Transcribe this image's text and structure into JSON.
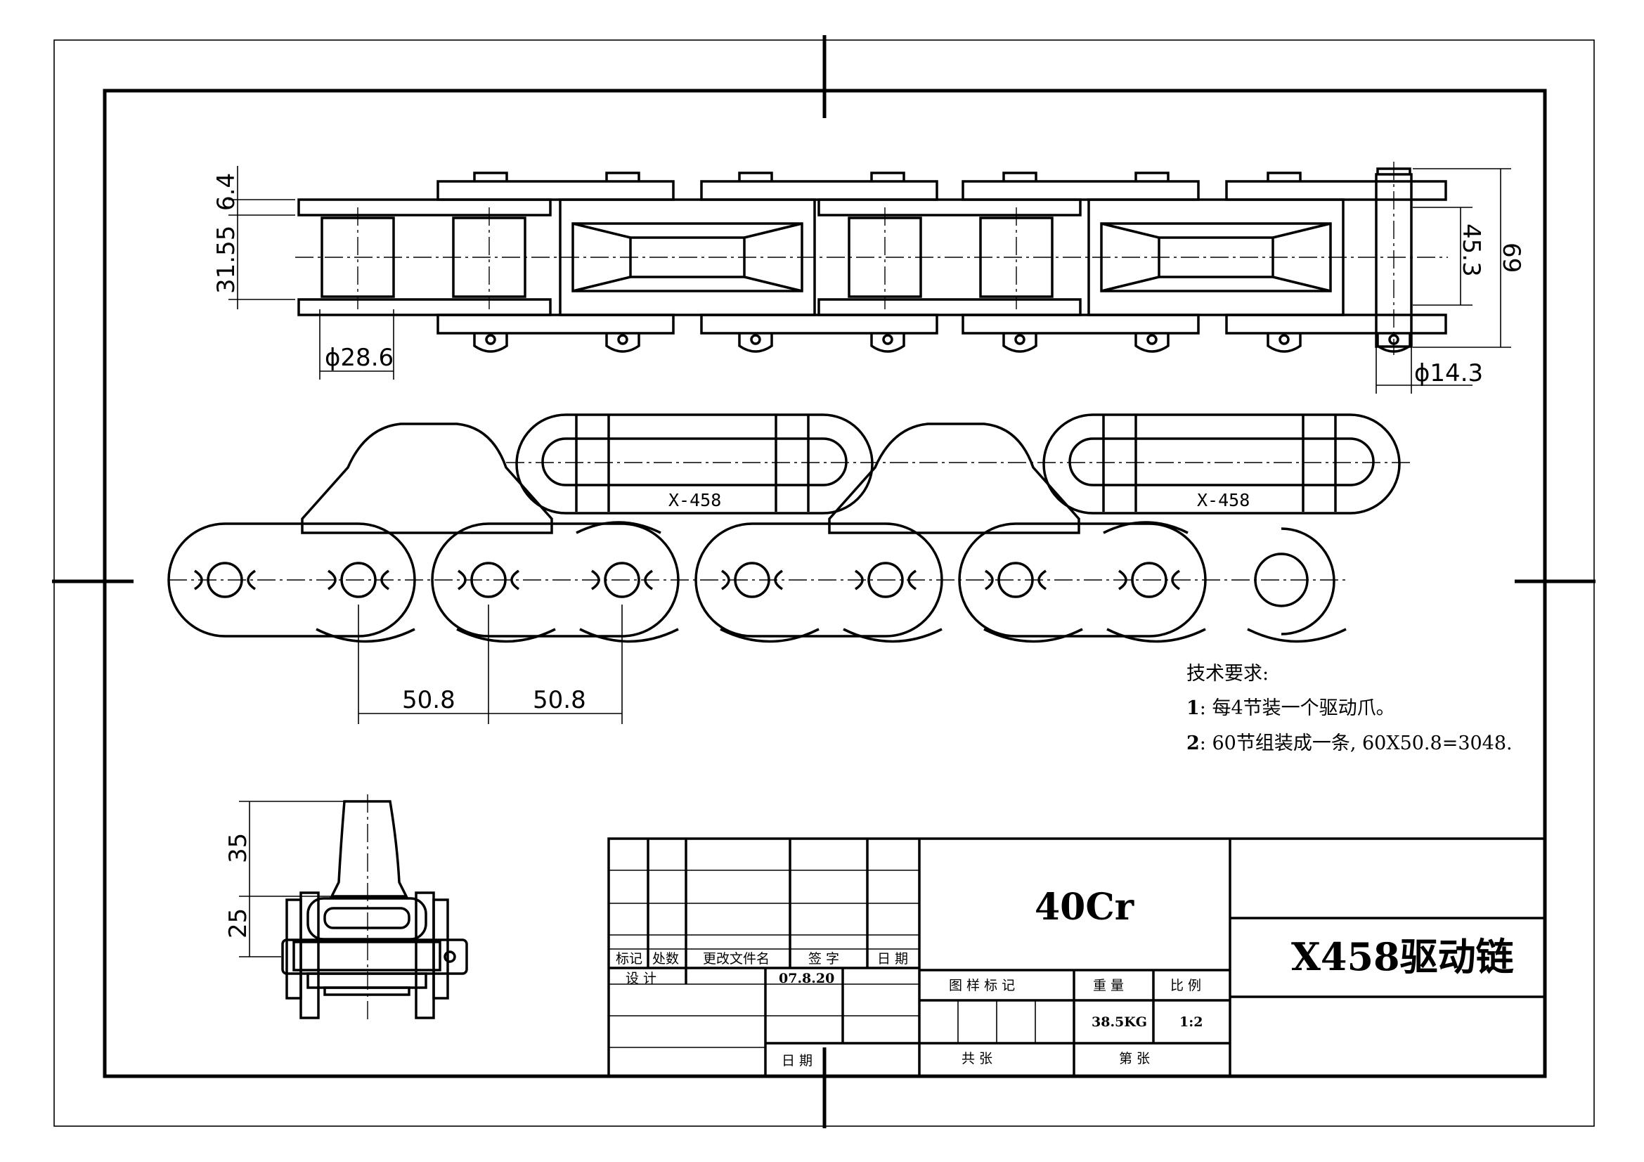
{
  "dimensions": {
    "d_6_4": "6.4",
    "d_31_55": "31.55",
    "d_45_3": "45.3",
    "d_69": "69",
    "d_phi_28_6": "ϕ28.6",
    "d_phi_14_3": "ϕ14.3",
    "d_pitch_1": "50.8",
    "d_pitch_2": "50.8",
    "d_35": "35",
    "d_25": "25"
  },
  "link_marking": "X-458",
  "tech_requirements": {
    "heading": "技术要求:",
    "items": [
      {
        "num": "1",
        "text": ": 每4节装一个驱动爪。"
      },
      {
        "num": "2",
        "text": ": 60节组装成一条, 60X50.8=3048."
      }
    ]
  },
  "title_block": {
    "material": "40Cr",
    "drawing_name": "X458驱动链",
    "rev_headers": [
      "标记",
      "处数",
      "更改文件名",
      "签  字",
      "日 期"
    ],
    "design_label": "设  计",
    "design_date": "07.8.20",
    "date_label": "日  期",
    "drawing_mark_label": "图  样  标  记",
    "weight_label": "重  量",
    "scale_label": "比  例",
    "weight_value": "38.5KG",
    "scale_value": "1:2",
    "total_sheets_label": "共       张",
    "sheet_no_label": "第       张"
  }
}
